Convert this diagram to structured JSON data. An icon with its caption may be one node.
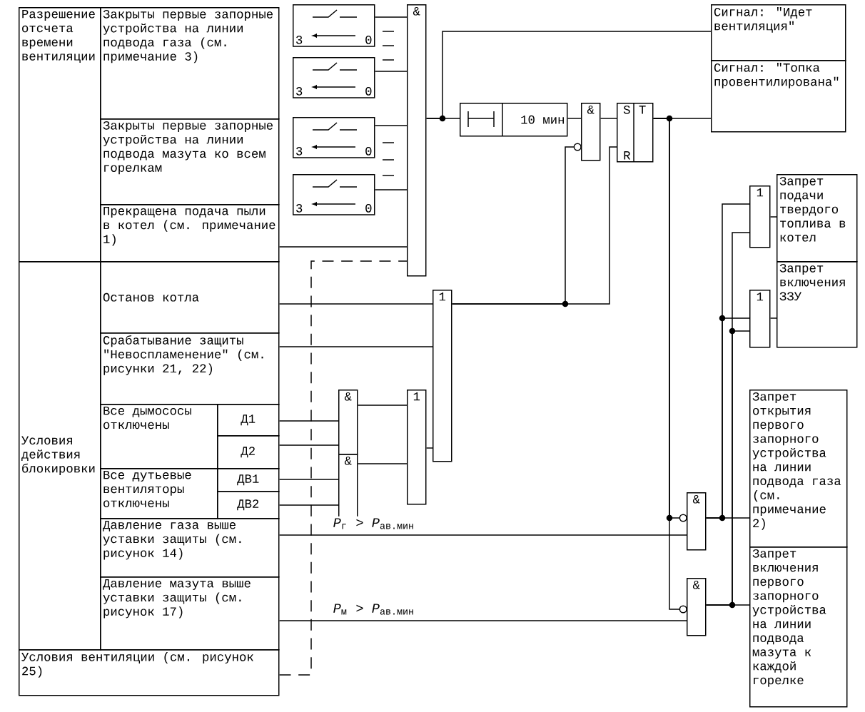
{
  "diagram": {
    "nodes": [
      {
        "text": [
          "Разрешение отсчета времени вентиляции"
        ]
      },
      {
        "text": [
          "Закрыты первые запорные устройства на линии подвода газа (см. примечание 3)"
        ]
      },
      {
        "text": [
          "Закрыты первые запорные устройства на линии подвода мазута ко всем горелкам"
        ]
      },
      {
        "text": [
          "Прекращена подача пыли в котел (см. примечание 1)"
        ]
      },
      {
        "text": [
          "Условия действия блокировки"
        ]
      },
      {
        "text": [
          "Останов котла"
        ]
      },
      {
        "text": [
          "Срабатывание защиты \"Невоспламенение\" (см. рисунки 21, 22)"
        ]
      },
      {
        "text": [
          "Все дымососы отключены"
        ]
      },
      {
        "text": [
          "Д1"
        ]
      },
      {
        "text": [
          "Д2"
        ]
      },
      {
        "text": [
          "Все дутьевые вентиляторы отключены"
        ]
      },
      {
        "text": [
          "ДВ1"
        ]
      },
      {
        "text": [
          "ДВ2"
        ]
      },
      {
        "text": [
          "Давление газа выше уставки защиты (см. рисунок 14)"
        ]
      },
      {
        "text": [
          "Давление мазута выше уставки защиты (см. рисунок 17)"
        ]
      },
      {
        "text": [
          "Условия вентиляции (см. рисунок 25)"
        ]
      },
      {
        "text": [
          "3",
          "0"
        ]
      },
      {
        "text": [
          "3",
          "0"
        ]
      },
      {
        "text": [
          "3",
          "0"
        ]
      },
      {
        "text": [
          "3",
          "0"
        ]
      },
      {
        "text": [
          "&"
        ]
      },
      {
        "text": [
          "10 мин"
        ]
      },
      {
        "text": [
          "&"
        ]
      },
      {
        "text": [
          "S",
          "T",
          "R"
        ]
      },
      {
        "text": [
          "Сигнал: \"Идет вентиляция\""
        ]
      },
      {
        "text": [
          "Сигнал: \"Топка провентилирована\""
        ]
      },
      {
        "text": [
          "1"
        ]
      },
      {
        "text": [
          "&"
        ]
      },
      {
        "text": [
          "&"
        ]
      },
      {
        "text": [
          "1"
        ]
      },
      {
        "text": [
          "1"
        ]
      },
      {
        "text": [
          "1"
        ]
      },
      {
        "text": [
          "Запрет подачи твердого топлива в котел"
        ]
      },
      {
        "text": [
          "Запрет включения ЗЗУ"
        ]
      },
      {
        "text": [
          "&"
        ]
      },
      {
        "text": [
          "&"
        ]
      },
      {
        "text": [
          "Запрет открытия первого запорного устройства на линии подвода газа (см. примечание 2)"
        ]
      },
      {
        "text": [
          "Запрет включения первого запорного устройства на линии подвода мазута к каждой горелке"
        ]
      }
    ],
    "edges": [
      {
        "from": 16,
        "to": 20,
        "arrow": "none"
      },
      {
        "from": 17,
        "to": 20,
        "arrow": "none"
      },
      {
        "from": 18,
        "to": 20,
        "arrow": "none"
      },
      {
        "from": 19,
        "to": 20,
        "arrow": "none"
      },
      {
        "from": 3,
        "to": 20,
        "arrow": "none"
      },
      {
        "from": 15,
        "to": 20,
        "arrow": "none",
        "style": "dashed"
      },
      {
        "from": 20,
        "to": 24,
        "arrow": "none"
      },
      {
        "from": 20,
        "to": 21,
        "arrow": "none"
      },
      {
        "from": 21,
        "to": 22,
        "arrow": "none"
      },
      {
        "from": 22,
        "to": 23,
        "arrow": "none"
      },
      {
        "from": 23,
        "to": 25,
        "arrow": "none"
      },
      {
        "from": 23,
        "to": 34,
        "arrow": "none"
      },
      {
        "from": 23,
        "to": 35,
        "arrow": "none"
      },
      {
        "from": 26,
        "to": 22,
        "arrow": "none"
      },
      {
        "from": 26,
        "to": 23,
        "arrow": "none"
      },
      {
        "from": 5,
        "to": 26,
        "arrow": "none"
      },
      {
        "from": 6,
        "to": 26,
        "arrow": "none"
      },
      {
        "from": 29,
        "to": 26,
        "arrow": "none"
      },
      {
        "from": 8,
        "to": 27,
        "arrow": "none"
      },
      {
        "from": 9,
        "to": 27,
        "arrow": "none"
      },
      {
        "from": 11,
        "to": 28,
        "arrow": "none"
      },
      {
        "from": 12,
        "to": 28,
        "arrow": "none"
      },
      {
        "from": 27,
        "to": 29,
        "arrow": "none"
      },
      {
        "from": 28,
        "to": 29,
        "arrow": "none"
      },
      {
        "from": 13,
        "to": 34,
        "arrow": "none",
        "label": "*P*$_{г}$ > *P*$_{ав.мин}$"
      },
      {
        "from": 14,
        "to": 35,
        "arrow": "none",
        "label": "*P*$_{м}$ > *P*$_{ав.мин}$"
      },
      {
        "from": 34,
        "to": 36,
        "arrow": "none"
      },
      {
        "from": 35,
        "to": 37,
        "arrow": "none"
      },
      {
        "from": 34,
        "to": 30,
        "arrow": "none"
      },
      {
        "from": 35,
        "to": 30,
        "arrow": "none"
      },
      {
        "from": 34,
        "to": 31,
        "arrow": "none"
      },
      {
        "from": 35,
        "to": 31,
        "arrow": "none"
      },
      {
        "from": 30,
        "to": 32,
        "arrow": "none"
      },
      {
        "from": 31,
        "to": 33,
        "arrow": "none"
      }
    ]
  }
}
